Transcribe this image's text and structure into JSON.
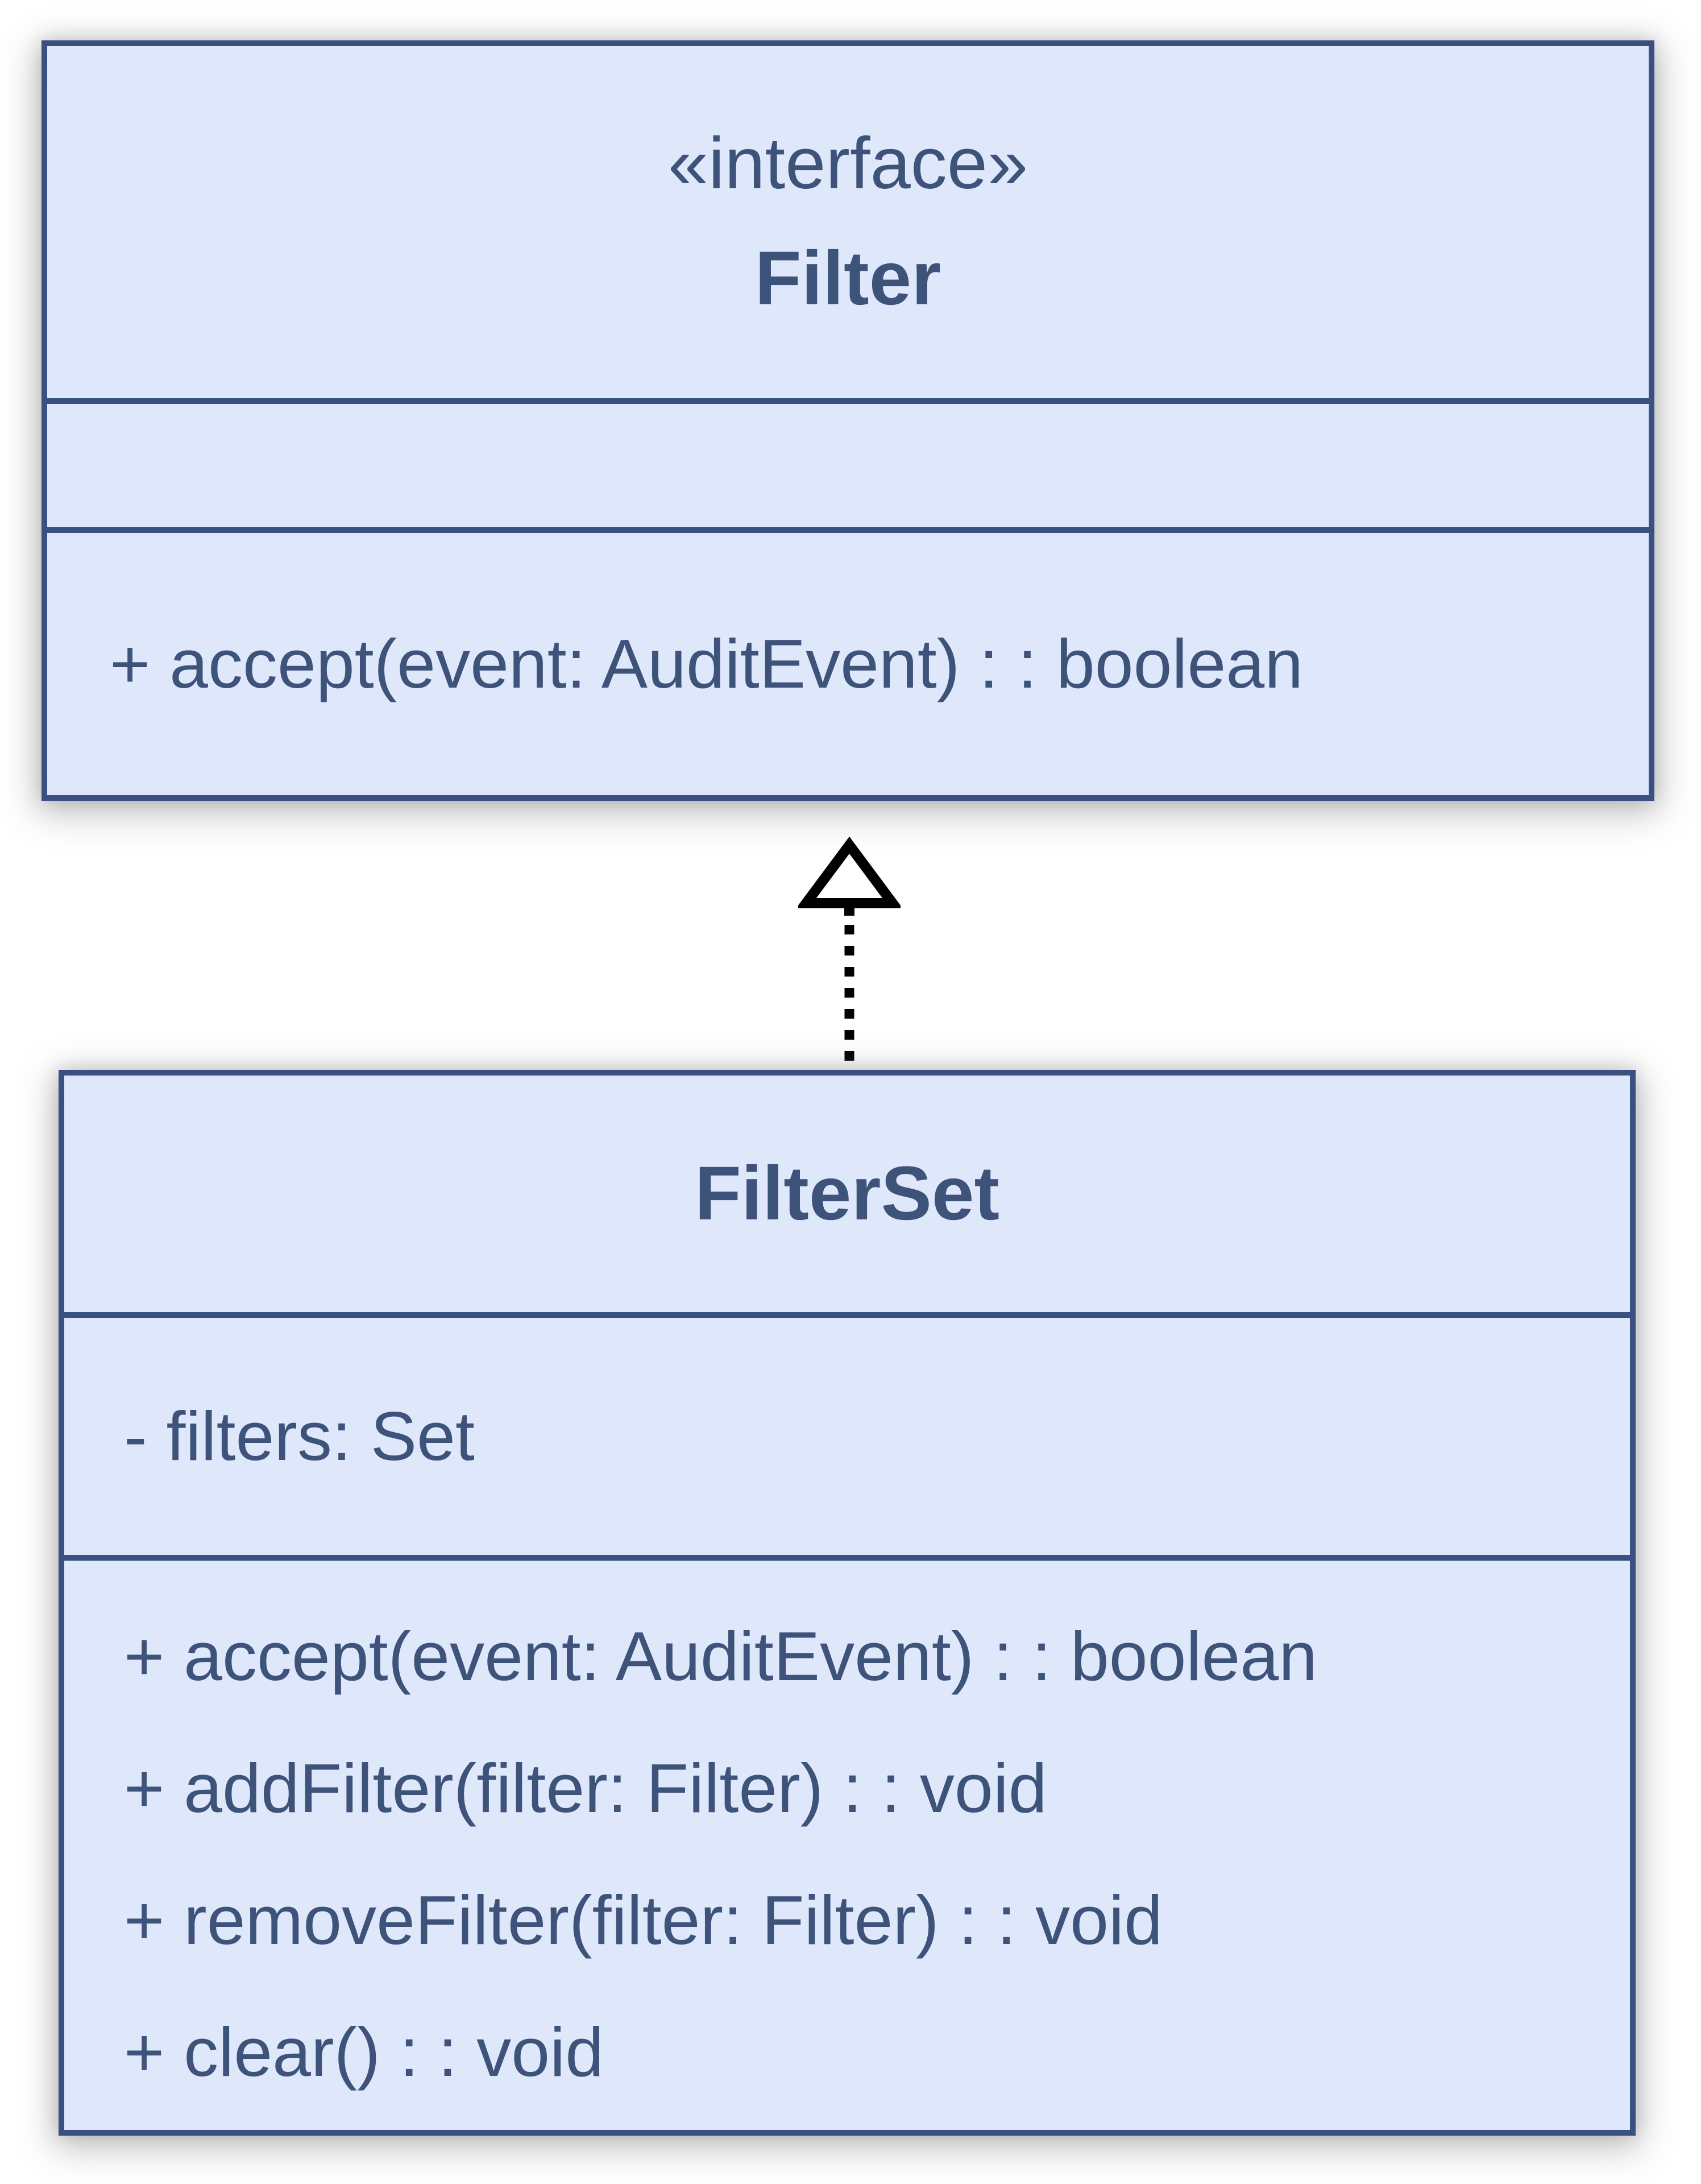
{
  "diagram": {
    "type": "uml-class-diagram",
    "classes": [
      {
        "id": "Filter",
        "stereotype": "«interface»",
        "name": "Filter",
        "attributes": [],
        "methods": [
          "+ accept(event: AuditEvent) : : boolean"
        ]
      },
      {
        "id": "FilterSet",
        "name": "FilterSet",
        "attributes": [
          "- filters: Set"
        ],
        "methods": [
          "+ accept(event: AuditEvent) : : boolean",
          "+ addFilter(filter: Filter) : : void",
          "+ removeFilter(filter: Filter) : : void",
          "+ clear() : : void"
        ]
      }
    ],
    "relationship": {
      "type": "realization",
      "from": "FilterSet",
      "to": "Filter",
      "line_style": "dashed",
      "arrowhead": "hollow-triangle"
    },
    "colors": {
      "box_fill": "#dfe7fb",
      "box_border": "#3a5080",
      "text": "#3e5379",
      "arrow": "#000000",
      "page_background": "#ffffff"
    }
  }
}
